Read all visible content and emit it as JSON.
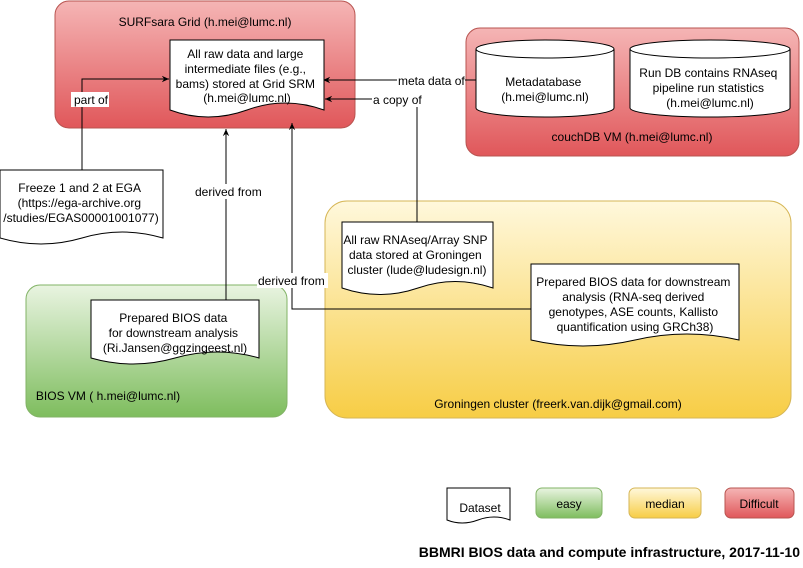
{
  "containers": {
    "surfsara": {
      "label": "SURFsara Grid (h.mei@lumc.nl)",
      "fill_top": "#f4a6a6",
      "fill_bottom": "#e0575a",
      "stroke": "#b85450"
    },
    "couchdb": {
      "label": "couchDB VM (h.mei@lumc.nl)",
      "fill_top": "#f4a6a6",
      "fill_bottom": "#e0575a",
      "stroke": "#b85450"
    },
    "bios_vm": {
      "label": "BIOS VM ( h.mei@lumc.nl)",
      "fill_top": "#e6f2de",
      "fill_bottom": "#7ebd5e",
      "stroke": "#82b366"
    },
    "groningen": {
      "label": "Groningen cluster (freerk.van.dijk@gmail.com)",
      "fill_top": "#fff6d6",
      "fill_bottom": "#f7cd45",
      "stroke": "#d6b656"
    }
  },
  "datasets": {
    "grid_srm": {
      "lines": [
        "All raw data and large",
        "intermediate files (e.g.,",
        "bams) stored at Grid SRM",
        "(h.mei@lumc.nl)"
      ]
    },
    "ega": {
      "lines": [
        "Freeze 1 and 2 at EGA",
        "(https://ega-archive.org",
        "/studies/EGAS00001001077)"
      ]
    },
    "groningen_raw": {
      "lines": [
        "All raw RNAseq/Array SNP",
        "data stored at Groningen",
        "cluster (lude@ludesign.nl)"
      ]
    },
    "bios_prepared_vm": {
      "lines": [
        "Prepared BIOS data",
        "for downstream analysis",
        "(Ri.Jansen@ggzingeest.nl)"
      ]
    },
    "bios_prepared_gron": {
      "lines": [
        "Prepared BIOS data for downstream",
        "analysis (RNA-seq derived",
        "genotypes, ASE counts, Kallisto",
        "quantification using GRCh38)"
      ]
    }
  },
  "databases": {
    "metadatabase": {
      "lines": [
        "Metadatabase",
        "(h.mei@lumc.nl)"
      ]
    },
    "run_db": {
      "lines": [
        "Run DB contains RNAseq",
        "pipeline run statistics",
        "(h.mei@lumc.nl)"
      ]
    }
  },
  "edge_labels": {
    "part_of": "part of",
    "meta_data_of": "meta data of",
    "a_copy_of": "a copy of",
    "derived_from_1": "derived from",
    "derived_from_2": "derived from"
  },
  "legend": {
    "dataset": "Dataset",
    "easy": "easy",
    "median": "median",
    "difficult": "Difficult",
    "easy_color": "#7ebd5e",
    "median_color": "#f7cd45",
    "difficult_color": "#e0575a"
  },
  "title": "BBMRI BIOS data and compute infrastructure, 2017-11-10"
}
